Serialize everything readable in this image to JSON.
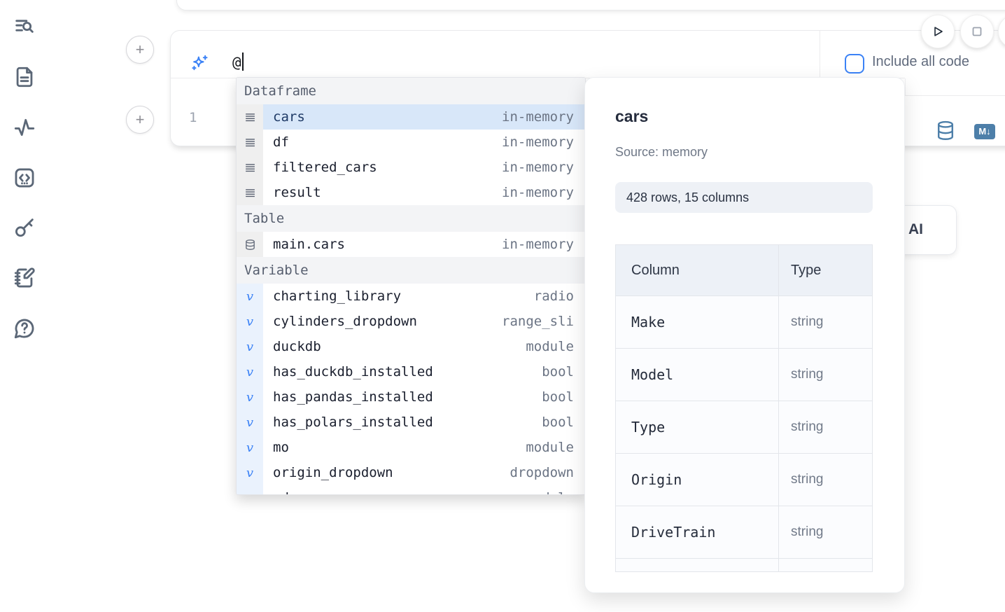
{
  "sidebar": {
    "items": [
      {
        "id": "search",
        "icon": "list-search-icon"
      },
      {
        "id": "files",
        "icon": "file-text-icon"
      },
      {
        "id": "tracing",
        "icon": "activity-icon"
      },
      {
        "id": "snippets",
        "icon": "code-square-icon"
      },
      {
        "id": "secrets",
        "icon": "key-icon"
      },
      {
        "id": "scratchpad",
        "icon": "notebook-pen-icon"
      },
      {
        "id": "help",
        "icon": "help-circle-icon"
      }
    ]
  },
  "cell": {
    "prompt_value": "@",
    "include_all_code_label": "Include all code",
    "include_all_code_checked": false,
    "line_number": "1",
    "markdown_badge": "M↓"
  },
  "completion": {
    "sections": [
      {
        "label": "Dataframe",
        "icon": "dataframe-icon",
        "items": [
          {
            "label": "cars",
            "meta": "in-memory",
            "selected": true
          },
          {
            "label": "df",
            "meta": "in-memory"
          },
          {
            "label": "filtered_cars",
            "meta": "in-memory"
          },
          {
            "label": "result",
            "meta": "in-memory"
          }
        ]
      },
      {
        "label": "Table",
        "icon": "database-icon",
        "items": [
          {
            "label": "main.cars",
            "meta": "in-memory"
          }
        ]
      },
      {
        "label": "Variable",
        "icon": "variable-icon",
        "items": [
          {
            "label": "charting_library",
            "meta": "radio"
          },
          {
            "label": "cylinders_dropdown",
            "meta": "range_sli"
          },
          {
            "label": "duckdb",
            "meta": "module"
          },
          {
            "label": "has_duckdb_installed",
            "meta": "bool"
          },
          {
            "label": "has_pandas_installed",
            "meta": "bool"
          },
          {
            "label": "has_polars_installed",
            "meta": "bool"
          },
          {
            "label": "mo",
            "meta": "module"
          },
          {
            "label": "origin_dropdown",
            "meta": "dropdown"
          },
          {
            "label": "pd",
            "meta": "module",
            "partial": true
          }
        ]
      }
    ]
  },
  "preview": {
    "title": "cars",
    "source": "Source: memory",
    "shape": "428 rows, 15 columns",
    "table": {
      "headers": [
        "Column",
        "Type"
      ],
      "rows": [
        [
          "Make",
          "string"
        ],
        [
          "Model",
          "string"
        ],
        [
          "Type",
          "string"
        ],
        [
          "Origin",
          "string"
        ],
        [
          "DriveTrain",
          "string"
        ]
      ],
      "partial_row_visible": true
    }
  },
  "ai_button": {
    "visible_label": "AI"
  },
  "colors": {
    "accent_blue": "#3b82f6",
    "selection_blue": "#d8e7f9",
    "steel_blue_icon": "#4d7fa9",
    "sidebar_icon": "#5b6777",
    "header_bg": "#f3f4f6",
    "table_header_bg": "#edf1f7"
  }
}
